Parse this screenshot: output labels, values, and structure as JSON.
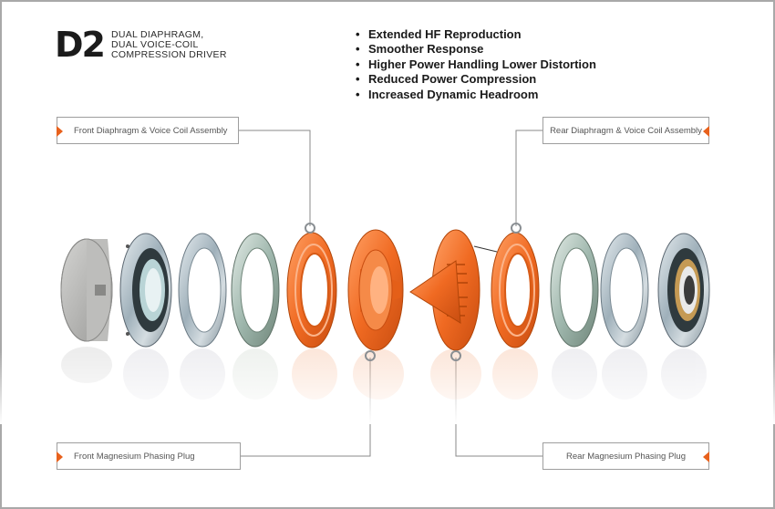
{
  "logo": {
    "mark": "D2",
    "line1": "DUAL DIAPHRAGM,",
    "line2": "DUAL VOICE-COIL",
    "line3": "COMPRESSION DRIVER"
  },
  "features": [
    "Extended HF Reproduction",
    "Smoother Response",
    "Higher Power Handling Lower Distortion",
    "Reduced Power Compression",
    "Increased Dynamic Headroom"
  ],
  "callouts": {
    "front_diaphragm": "Front Diaphragm & Voice Coil Assembly",
    "rear_diaphragm": "Rear Diaphragm & Voice Coil Assembly",
    "front_phasing_plug": "Front Magnesium Phasing Plug",
    "rear_phasing_plug": "Rear Magnesium Phasing Plug"
  },
  "colors": {
    "accent": "#e8611c",
    "orange_part": "#f07a33",
    "metal": "#b8c4cc"
  }
}
